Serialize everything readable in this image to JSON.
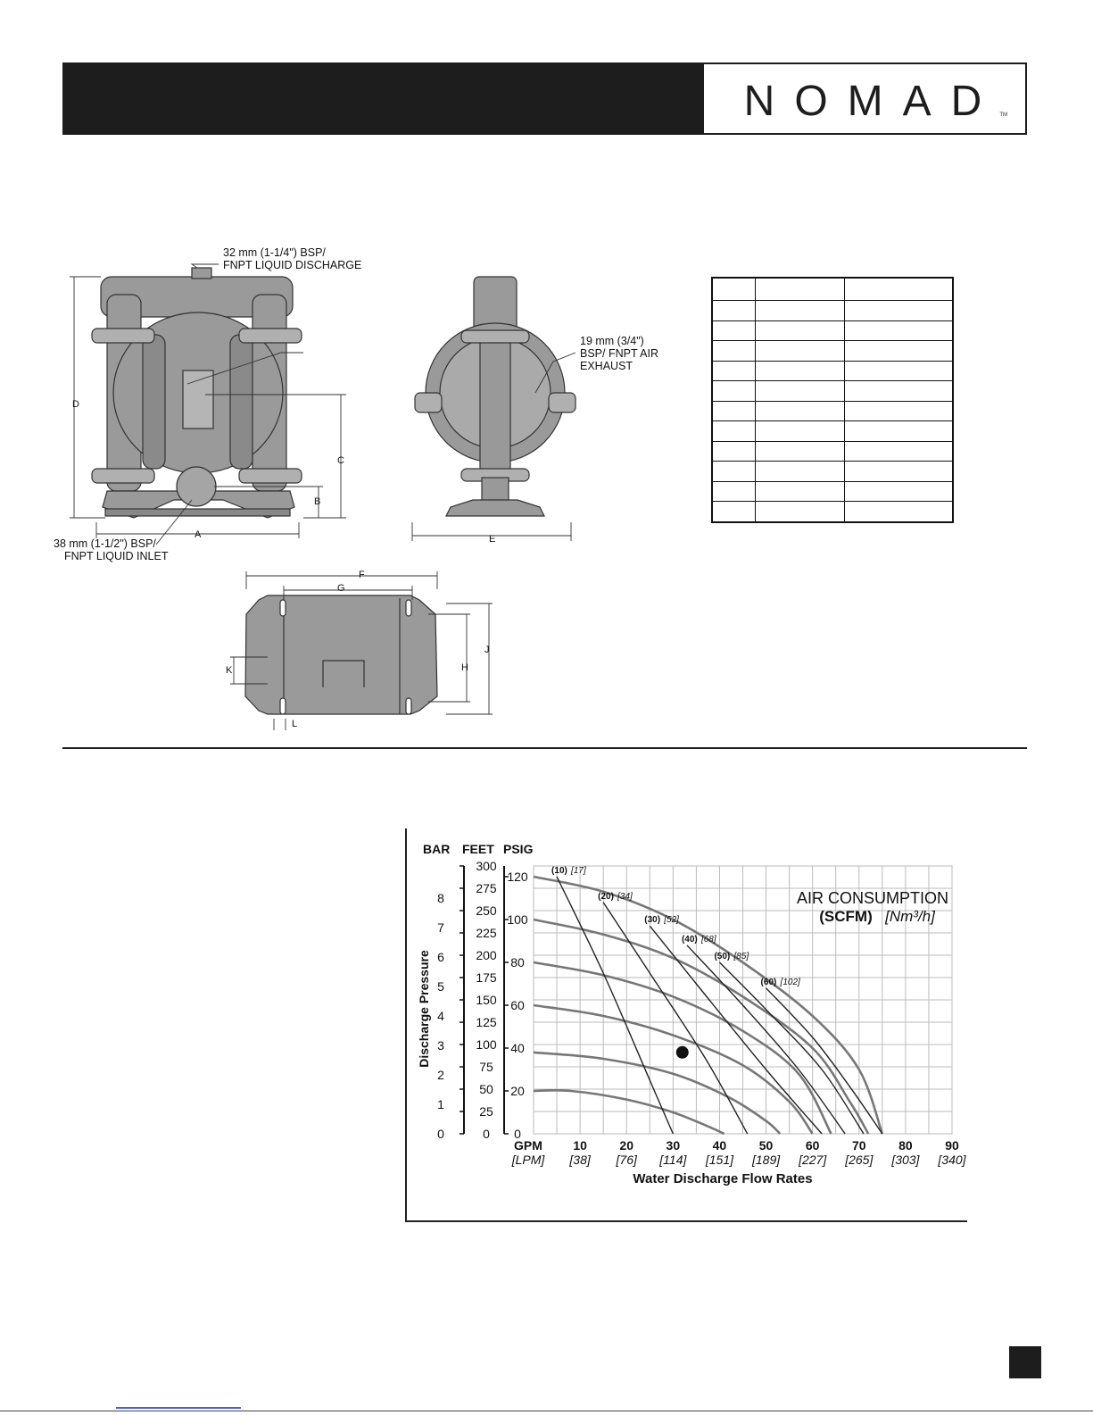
{
  "header": {
    "logo": "NOMAD",
    "tm": "TM"
  },
  "drawings": {
    "discharge_label": [
      "32 mm (1-1/4\") BSP/",
      "FNPT LIQUID DISCHARGE"
    ],
    "inlet_label": [
      "38 mm (1-1/2\") BSP/",
      "FNPT LIQUID INLET"
    ],
    "exhaust_label": [
      "19 mm (3/4\")",
      "BSP/ FNPT AIR",
      "EXHAUST"
    ],
    "dims": {
      "A": "A",
      "B": "B",
      "C": "C",
      "D": "D",
      "E": "E",
      "F": "F",
      "G": "G",
      "H": "H",
      "J": "J",
      "K": "K",
      "L": "L"
    }
  },
  "chart_data": {
    "type": "line",
    "title": "AIR CONSUMPTION",
    "subtitle_bold": "(SCFM)",
    "subtitle_italic": "[Nm³/h]",
    "xlabel": "Water Discharge Flow Rates",
    "ylabel": "Discharge Pressure",
    "x_unit": "GPM",
    "x_unit_alt": "[LPM]",
    "x_ticks": [
      {
        "gpm": "10",
        "lpm": "[38]"
      },
      {
        "gpm": "20",
        "lpm": "[76]"
      },
      {
        "gpm": "30",
        "lpm": "[114]"
      },
      {
        "gpm": "40",
        "lpm": "[151]"
      },
      {
        "gpm": "50",
        "lpm": "[189]"
      },
      {
        "gpm": "60",
        "lpm": "[227]"
      },
      {
        "gpm": "70",
        "lpm": "[265]"
      },
      {
        "gpm": "80",
        "lpm": "[303]"
      },
      {
        "gpm": "90",
        "lpm": "[340]"
      }
    ],
    "xlim": [
      0,
      90
    ],
    "ylim_psig": [
      0,
      125
    ],
    "axis_bar_label": "BAR",
    "axis_feet_label": "FEET",
    "axis_psig_label": "PSIG",
    "bar_ticks": [
      "0",
      "1",
      "2",
      "3",
      "4",
      "5",
      "6",
      "7",
      "8"
    ],
    "feet_ticks": [
      "0",
      "25",
      "50",
      "75",
      "100",
      "125",
      "150",
      "175",
      "200",
      "225",
      "250",
      "275",
      "300"
    ],
    "psig_ticks": [
      "0",
      "20",
      "40",
      "60",
      "80",
      "100",
      "120"
    ],
    "pressure_curves": [
      {
        "psig": 120,
        "points": [
          [
            0,
            120
          ],
          [
            15,
            113
          ],
          [
            30,
            100
          ],
          [
            45,
            80
          ],
          [
            60,
            55
          ],
          [
            70,
            30
          ],
          [
            75,
            0
          ]
        ]
      },
      {
        "psig": 100,
        "points": [
          [
            0,
            100
          ],
          [
            15,
            93
          ],
          [
            30,
            82
          ],
          [
            45,
            64
          ],
          [
            60,
            40
          ],
          [
            68,
            15
          ],
          [
            72,
            0
          ]
        ]
      },
      {
        "psig": 80,
        "points": [
          [
            0,
            80
          ],
          [
            15,
            74
          ],
          [
            30,
            64
          ],
          [
            45,
            48
          ],
          [
            57,
            28
          ],
          [
            64,
            0
          ]
        ]
      },
      {
        "psig": 60,
        "points": [
          [
            0,
            60
          ],
          [
            15,
            55
          ],
          [
            30,
            46
          ],
          [
            45,
            32
          ],
          [
            55,
            15
          ],
          [
            60,
            0
          ]
        ]
      },
      {
        "psig": 40,
        "points": [
          [
            0,
            38
          ],
          [
            15,
            35
          ],
          [
            30,
            28
          ],
          [
            42,
            17
          ],
          [
            50,
            6
          ],
          [
            53,
            0
          ]
        ]
      },
      {
        "psig": 20,
        "points": [
          [
            0,
            20
          ],
          [
            8,
            20
          ],
          [
            20,
            16
          ],
          [
            30,
            10
          ],
          [
            38,
            3
          ],
          [
            41,
            0
          ]
        ]
      }
    ],
    "air_curves": [
      {
        "label": "(10)",
        "alt": "[17]",
        "points": [
          [
            5,
            120
          ],
          [
            15,
            75
          ],
          [
            25,
            25
          ],
          [
            30,
            0
          ]
        ]
      },
      {
        "label": "(20)",
        "alt": "[34]",
        "points": [
          [
            15,
            108
          ],
          [
            25,
            75
          ],
          [
            37,
            35
          ],
          [
            46,
            0
          ]
        ]
      },
      {
        "label": "(30)",
        "alt": "[52]",
        "points": [
          [
            25,
            97
          ],
          [
            35,
            70
          ],
          [
            50,
            30
          ],
          [
            62,
            0
          ]
        ]
      },
      {
        "label": "(40)",
        "alt": "[68]",
        "points": [
          [
            33,
            88
          ],
          [
            45,
            60
          ],
          [
            57,
            30
          ],
          [
            67,
            0
          ]
        ]
      },
      {
        "label": "(50)",
        "alt": "[85]",
        "points": [
          [
            40,
            80
          ],
          [
            50,
            58
          ],
          [
            62,
            30
          ],
          [
            71,
            0
          ]
        ]
      },
      {
        "label": "(60)",
        "alt": "[102]",
        "points": [
          [
            50,
            68
          ],
          [
            60,
            45
          ],
          [
            68,
            22
          ],
          [
            75,
            0
          ]
        ]
      }
    ],
    "operating_point": {
      "gpm": 32,
      "psig": 38
    }
  },
  "page": {
    "number": ""
  }
}
